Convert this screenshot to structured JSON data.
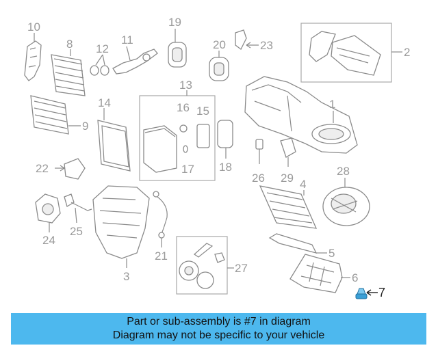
{
  "diagram": {
    "callouts": [
      "1",
      "2",
      "3",
      "4",
      "5",
      "6",
      "7",
      "8",
      "9",
      "10",
      "11",
      "12",
      "13",
      "14",
      "15",
      "16",
      "17",
      "18",
      "19",
      "20",
      "21",
      "22",
      "23",
      "24",
      "25",
      "26",
      "27",
      "28",
      "29"
    ],
    "highlight": "7",
    "accent_color": "#4db8ee",
    "highlight_color": "#3a9fd6"
  },
  "banner": {
    "line1": "Part or sub-assembly is #7 in diagram",
    "line2": "Diagram may not be specific to your vehicle"
  }
}
